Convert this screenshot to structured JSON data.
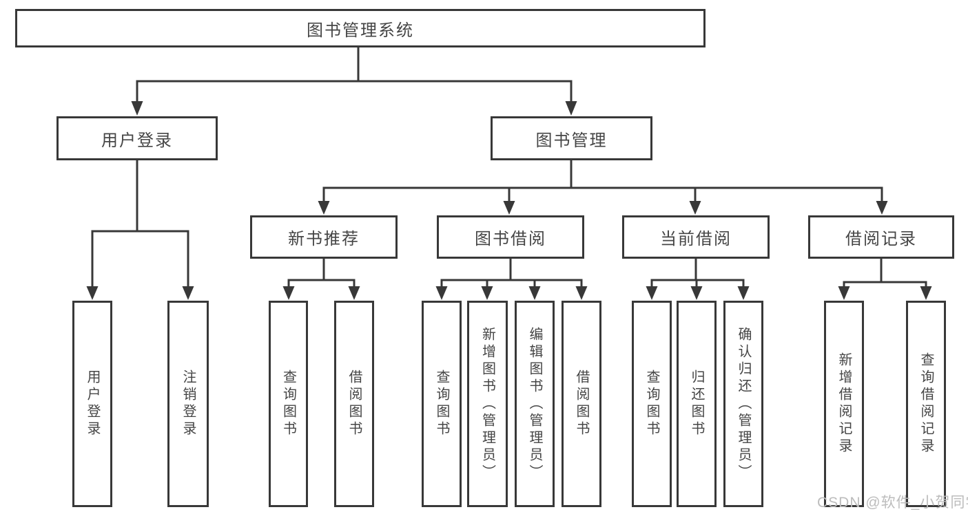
{
  "diagram": {
    "tree": {
      "label": "图书管理系统",
      "children": [
        {
          "label": "用户登录",
          "children": [
            {
              "label": "用户登录"
            },
            {
              "label": "注销登录"
            }
          ]
        },
        {
          "label": "图书管理",
          "children": [
            {
              "label": "新书推荐",
              "children": [
                {
                  "label": "查询图书"
                },
                {
                  "label": "借阅图书"
                }
              ]
            },
            {
              "label": "图书借阅",
              "children": [
                {
                  "label": "查询图书"
                },
                {
                  "label": "新增图书（管理员）"
                },
                {
                  "label": "编辑图书（管理员）"
                },
                {
                  "label": "借阅图书"
                }
              ]
            },
            {
              "label": "当前借阅",
              "children": [
                {
                  "label": "查询图书"
                },
                {
                  "label": "归还图书"
                },
                {
                  "label": "确认归还（管理员）"
                }
              ]
            },
            {
              "label": "借阅记录",
              "children": [
                {
                  "label": "新增借阅记录"
                },
                {
                  "label": "查询借阅记录"
                }
              ]
            }
          ]
        }
      ]
    },
    "watermark": {
      "text": "CSDN @软件_小贺同学"
    },
    "colors": {
      "line": "#383838",
      "text": "#454545",
      "background": "#ffffff",
      "watermark": "#bcbcbc"
    }
  }
}
